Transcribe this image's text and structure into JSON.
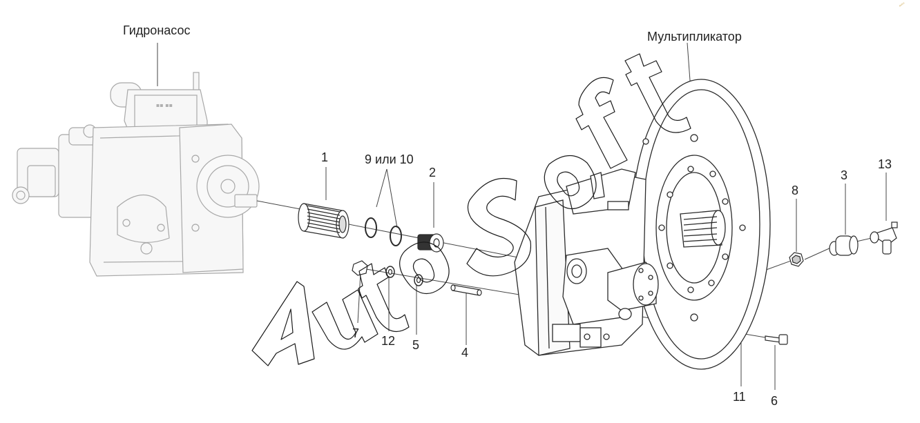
{
  "labels": {
    "pump": "Гидронасос",
    "multiplier": "Мультипликатор",
    "p1": "1",
    "p9_10": "9 или 10",
    "p2": "2",
    "p8": "8",
    "p3": "3",
    "p13": "13",
    "p7": "7",
    "p12": "12",
    "p5": "5",
    "p4": "4",
    "p11": "11",
    "p6": "6"
  },
  "watermark": {
    "text": "AutoSoft",
    "stroke_color": "#1a1a1a"
  },
  "corner_mark": "ᵃᵘᵗᵒ",
  "colors": {
    "line": "#2a2a2a",
    "light_line": "#9a9a9a",
    "fill": "#f6f6f6",
    "text": "#222222"
  },
  "icons": [
    "hydraulic-pump-drawing",
    "multiplier-gearbox-drawing"
  ]
}
